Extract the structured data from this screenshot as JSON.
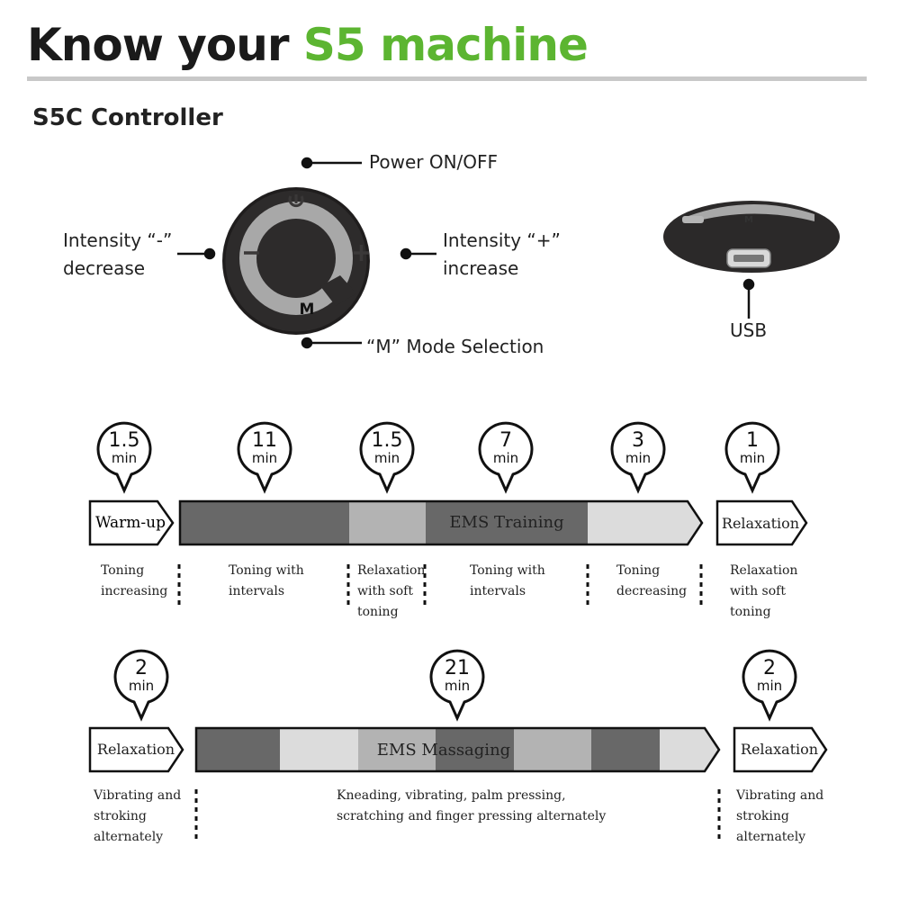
{
  "header": {
    "title_prefix": "Know your",
    "title_highlight": "S5 machine",
    "subtitle": "S5C Controller"
  },
  "controller": {
    "callouts": {
      "power": "Power ON/OFF",
      "minus_line1": "Intensity “-”",
      "minus_line2": "decrease",
      "plus_line1": "Intensity “+”",
      "plus_line2": "increase",
      "mode": "“M” Mode Selection",
      "usb": "USB"
    },
    "button_icons": [
      "power-icon",
      "minus-icon",
      "plus-icon",
      "m-letter-icon"
    ],
    "button_m_label": "M",
    "colors": {
      "body": "#2d2b2b",
      "ring": "#a9a9a9",
      "accent": "#5cb531"
    }
  },
  "program1": {
    "bubbles": [
      {
        "value": "1.5",
        "unit": "min"
      },
      {
        "value": "11",
        "unit": "min"
      },
      {
        "value": "1.5",
        "unit": "min"
      },
      {
        "value": "7",
        "unit": "min"
      },
      {
        "value": "3",
        "unit": "min"
      },
      {
        "value": "1",
        "unit": "min"
      }
    ],
    "start_label": "Warm-up",
    "bar_label": "EMS Training",
    "end_label": "Relaxation",
    "descriptions": [
      {
        "line1": "Toning",
        "line2": "increasing",
        "line3": ""
      },
      {
        "line1": "Toning with",
        "line2": "intervals",
        "line3": ""
      },
      {
        "line1": "Relaxation",
        "line2": "with soft",
        "line3": "toning"
      },
      {
        "line1": "Toning with",
        "line2": "intervals",
        "line3": ""
      },
      {
        "line1": "Toning",
        "line2": "decreasing",
        "line3": ""
      },
      {
        "line1": "Relaxation",
        "line2": "with soft",
        "line3": "toning"
      }
    ],
    "segment_colors": [
      "#686868",
      "#b3b3b3",
      "#686868",
      "#dcdcdc"
    ]
  },
  "program2": {
    "bubbles": [
      {
        "value": "2",
        "unit": "min"
      },
      {
        "value": "21",
        "unit": "min"
      },
      {
        "value": "2",
        "unit": "min"
      }
    ],
    "start_label": "Relaxation",
    "bar_label": "EMS Massaging",
    "end_label": "Relaxation",
    "descriptions": [
      {
        "line1": "Vibrating and",
        "line2": "stroking",
        "line3": "alternately"
      },
      {
        "line1": "Kneading, vibrating, palm pressing,",
        "line2": "scratching and finger pressing alternately",
        "line3": ""
      },
      {
        "line1": "Vibrating and",
        "line2": "stroking",
        "line3": "alternately"
      }
    ],
    "segment_colors": [
      "#686868",
      "#dcdcdc",
      "#b3b3b3",
      "#686868",
      "#b3b3b3",
      "#686868",
      "#dcdcdc"
    ]
  }
}
